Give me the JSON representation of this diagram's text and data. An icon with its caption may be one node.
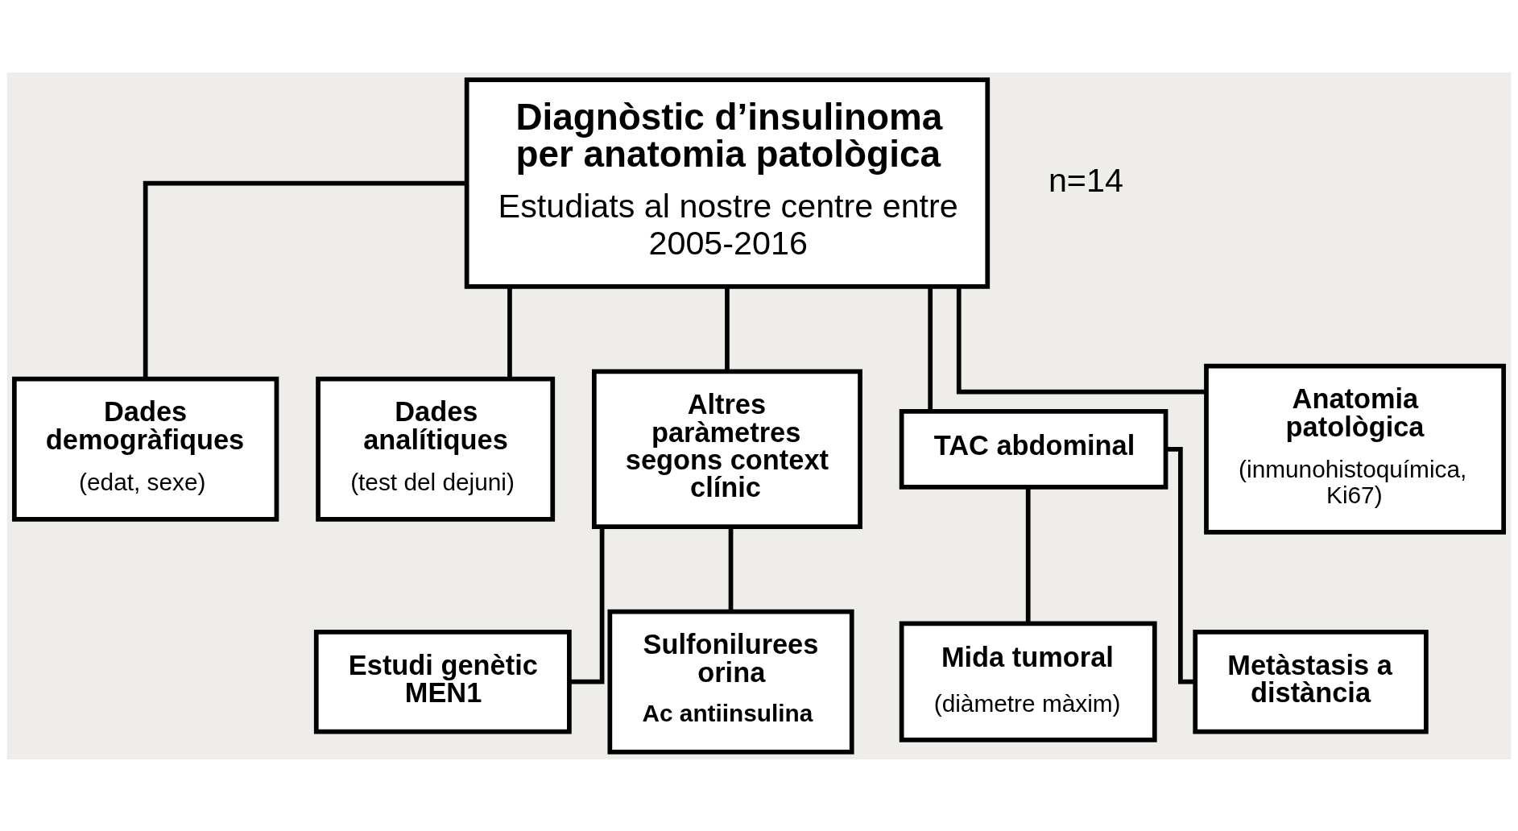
{
  "diagram": {
    "nodes": [
      {
        "text": [
          "Diagnòstic d’insulinoma per anatomia patològica",
          "Estudiats al nostre centre entre 2005-2016"
        ],
        "beside": [
          "n=14"
        ]
      },
      {
        "text": [
          "Dades demogràfiques",
          "(edat, sexe)"
        ]
      },
      {
        "text": [
          "Dades analítiques",
          "(test del dejuni)"
        ]
      },
      {
        "text": [
          "Altres paràmetres segons context clínic"
        ]
      },
      {
        "text": [
          "TAC abdominal"
        ]
      },
      {
        "text": [
          "Anatomia patològica",
          "(inmunohistoquímica, Ki67)"
        ]
      },
      {
        "text": [
          "Estudi genètic MEN1"
        ]
      },
      {
        "text": [
          "Sulfonilurees orina",
          "Ac antiinsulina"
        ]
      },
      {
        "text": [
          "Mida tumoral",
          "(diàmetre màxim)"
        ]
      },
      {
        "text": [
          "Metàstasis a distància"
        ]
      }
    ],
    "edges": [
      {
        "from": 0,
        "to": 1,
        "arrow": "none"
      },
      {
        "from": 0,
        "to": 2,
        "arrow": "none"
      },
      {
        "from": 0,
        "to": 3,
        "arrow": "none"
      },
      {
        "from": 0,
        "to": 4,
        "arrow": "none"
      },
      {
        "from": 0,
        "to": 5,
        "arrow": "none"
      },
      {
        "from": 3,
        "to": 6,
        "arrow": "none"
      },
      {
        "from": 3,
        "to": 7,
        "arrow": "none"
      },
      {
        "from": 4,
        "to": 8,
        "arrow": "none"
      },
      {
        "from": 4,
        "to": 9,
        "arrow": "none"
      }
    ]
  }
}
